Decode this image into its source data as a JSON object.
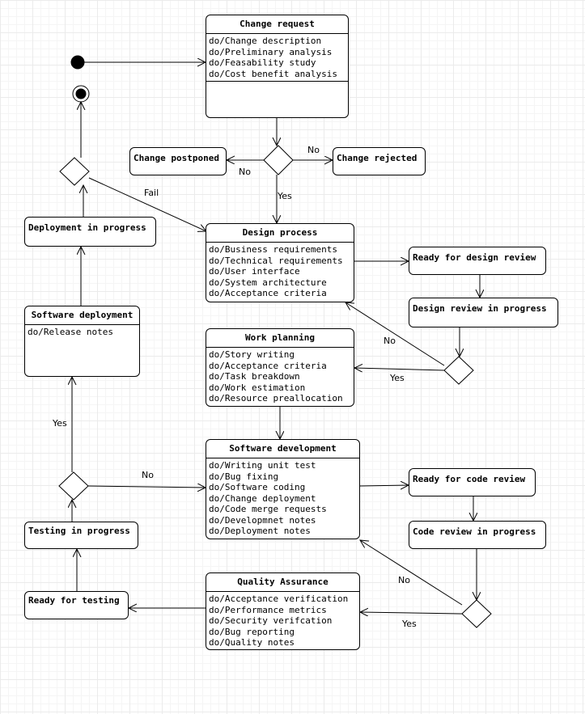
{
  "states": {
    "change_request": {
      "title": "Change request",
      "activities": [
        "do/Change description",
        "do/Preliminary analysis",
        "do/Feasability study",
        "do/Cost benefit analysis"
      ]
    },
    "change_postponed": {
      "title": "Change postponed"
    },
    "change_rejected": {
      "title": "Change rejected"
    },
    "design_process": {
      "title": "Design process",
      "activities": [
        "do/Business requirements",
        "do/Technical requirements",
        "do/User interface",
        "do/System architecture",
        "do/Acceptance criteria"
      ]
    },
    "ready_design_review": {
      "title": "Ready for design review"
    },
    "design_review_progress": {
      "title": "Design review in progress"
    },
    "work_planning": {
      "title": "Work planning",
      "activities": [
        "do/Story writing",
        "do/Acceptance criteria",
        "do/Task breakdown",
        "do/Work estimation",
        "do/Resource preallocation"
      ]
    },
    "software_development": {
      "title": "Software development",
      "activities": [
        "do/Writing unit test",
        "do/Bug fixing",
        "do/Software coding",
        "do/Change deployment",
        "do/Code merge requests",
        "do/Developmnet notes",
        "do/Deployment notes"
      ]
    },
    "ready_code_review": {
      "title": "Ready for code review"
    },
    "code_review_progress": {
      "title": "Code review in progress"
    },
    "quality_assurance": {
      "title": "Quality Assurance",
      "activities": [
        "do/Acceptance verification",
        "do/Performance metrics",
        "do/Security verifcation",
        "do/Bug reporting",
        "do/Quality notes"
      ]
    },
    "ready_testing": {
      "title": "Ready for testing"
    },
    "testing_progress": {
      "title": "Testing in progress"
    },
    "software_deployment": {
      "title": "Software deployment",
      "activities": [
        "do/Release notes"
      ]
    },
    "deployment_progress": {
      "title": "Deployment in progress"
    }
  },
  "labels": {
    "rejected_no": "No",
    "postponed_no": "No",
    "change_yes": "Yes",
    "deploy_fail": "Fail",
    "design_no": "No",
    "design_yes": "Yes",
    "testing_yes": "Yes",
    "testing_no": "No",
    "code_no": "No",
    "code_yes": "Yes"
  },
  "colors": {
    "line": "#000000",
    "fill": "#ffffff",
    "grid": "#ebebeb"
  }
}
